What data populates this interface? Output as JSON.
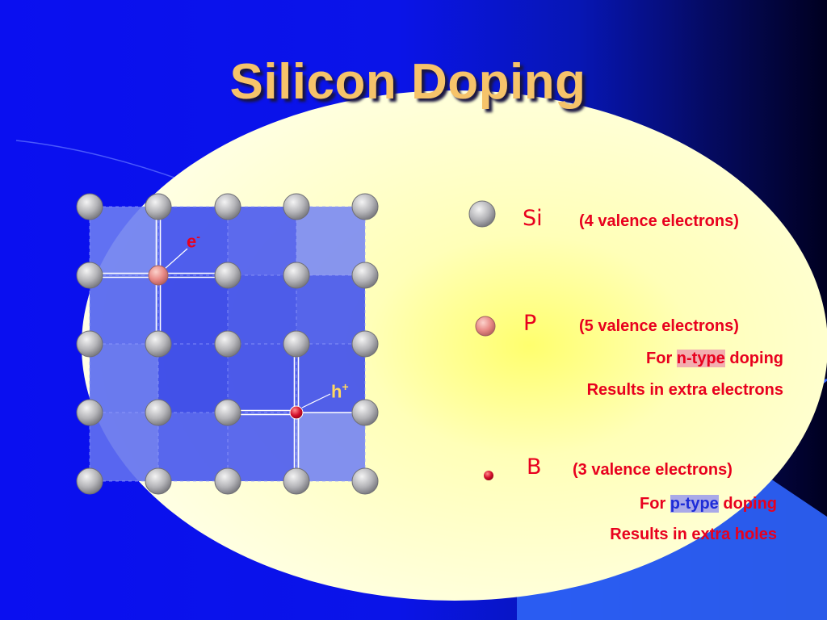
{
  "title": "Silicon Doping",
  "colors": {
    "title": "#f6c36a",
    "text_red": "#e8001e",
    "si_atom": "#a8a8b0",
    "p_atom": "#e88a86",
    "b_atom": "#d4102c",
    "background_blue": "#0a0ff0",
    "ellipse": "#fffee0"
  },
  "lattice": {
    "electron_label": {
      "base": "e",
      "sup": "-"
    },
    "hole_label": {
      "base": "h",
      "sup": "+"
    }
  },
  "legend": {
    "si": {
      "symbol": "Si",
      "description": "(4 valence electrons)"
    },
    "p": {
      "symbol": "P",
      "description": "(5 valence electrons)",
      "for_prefix": "For",
      "type": "n-type",
      "for_suffix": "doping",
      "result": "Results in extra electrons"
    },
    "b": {
      "symbol": "B",
      "description": "(3 valence electrons)",
      "for_prefix": "For",
      "type": "p-type",
      "for_suffix": "doping",
      "result": "Results in extra holes"
    }
  }
}
